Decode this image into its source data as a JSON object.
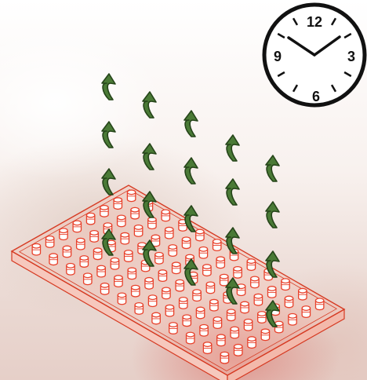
{
  "clock": {
    "numerals": {
      "top": "12",
      "right": "3",
      "bottom": "6",
      "left": "9"
    },
    "time_shown": "10:10"
  },
  "colors": {
    "plate": "#e8402a",
    "plate_stroke": "#d63a22",
    "arrow_fill": "#4a7a36",
    "arrow_stroke": "#26451a",
    "clock_stroke": "#111111"
  },
  "icons": [
    "clock-icon",
    "evaporation-arrow-icon",
    "microplate-icon"
  ],
  "plate": {
    "rows": 8,
    "columns": 12
  }
}
